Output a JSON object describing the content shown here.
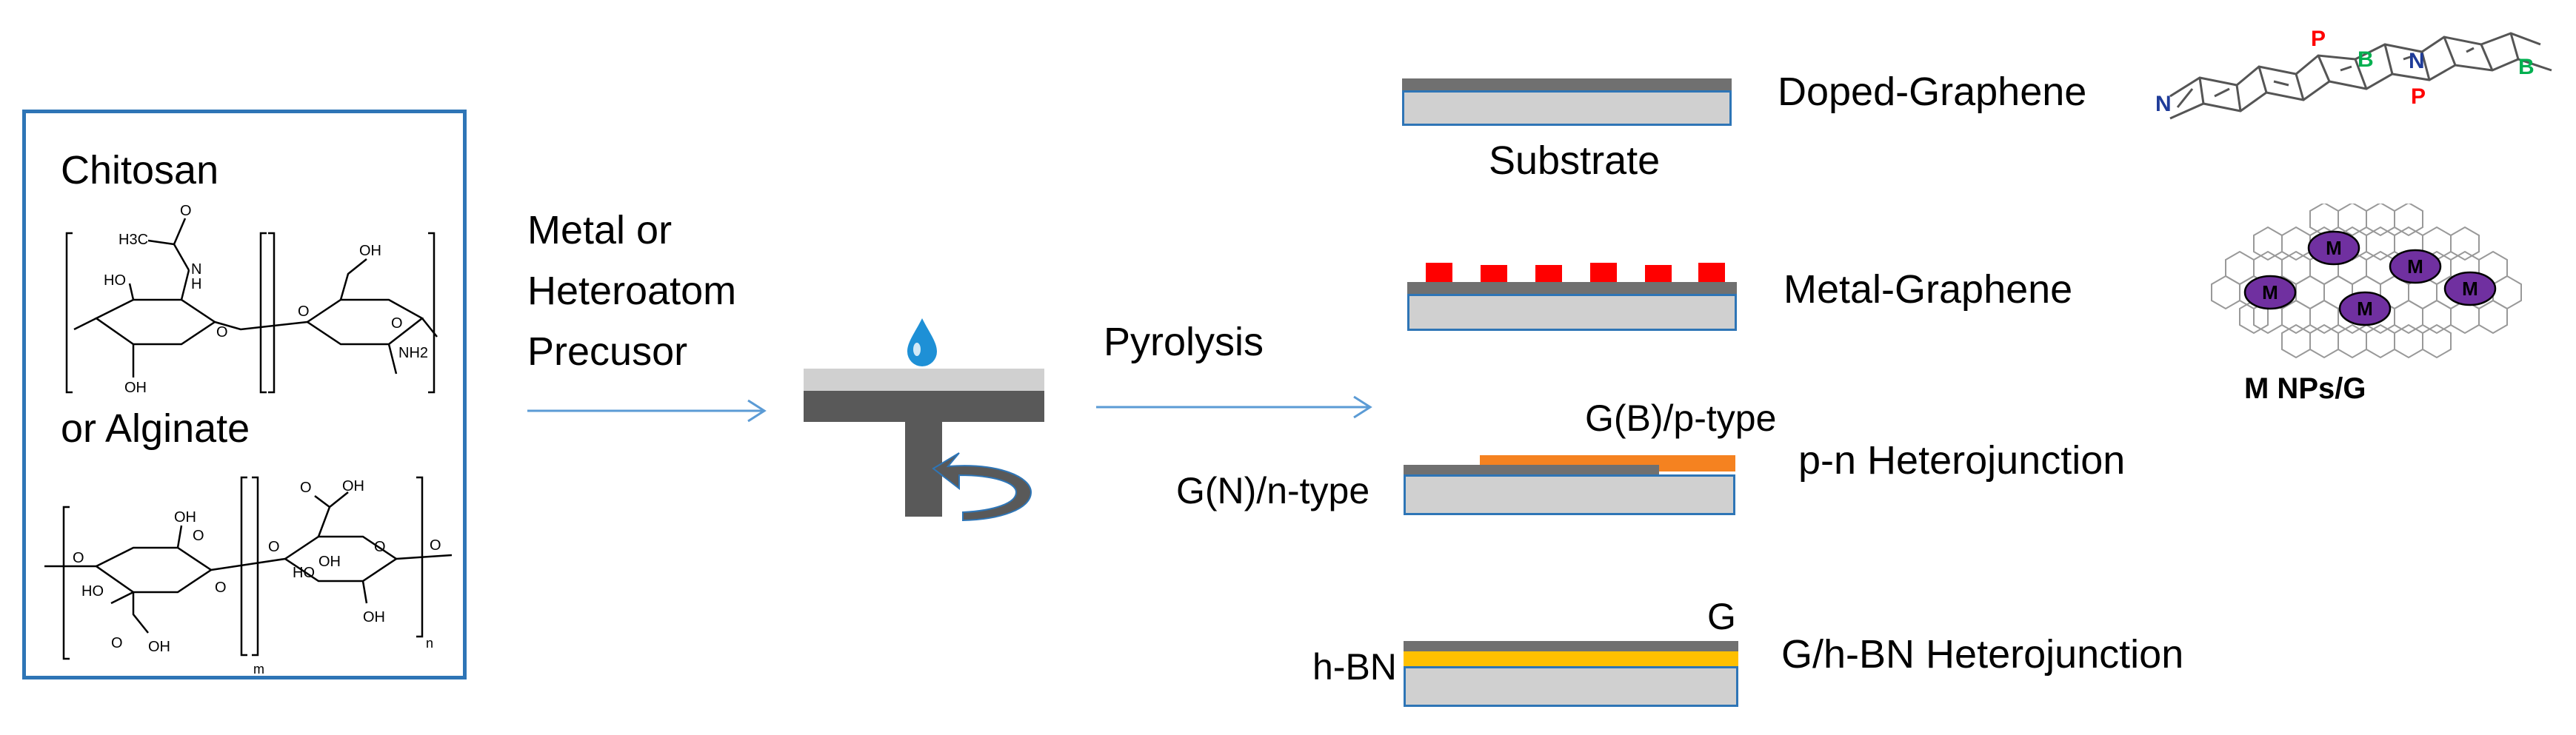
{
  "precursors": {
    "chitosan_label": "Chitosan",
    "alginate_label": "or Alginate",
    "chitosan_atoms": [
      "O",
      "N",
      "H",
      "H3C",
      "HO",
      "O",
      "OH",
      "OH",
      "O",
      "NH2",
      "O"
    ],
    "alginate_atoms": [
      "OH",
      "O",
      "O",
      "HO",
      "O",
      "OH",
      "O",
      "OH",
      "O",
      "OH",
      "O",
      "OH",
      "O",
      "HO",
      "O"
    ],
    "alginate_subscripts": [
      "m",
      "n"
    ]
  },
  "step1": {
    "label_line1": "Metal or",
    "label_line2": "Heteroatom",
    "label_line3": "Precusor"
  },
  "step2": {
    "label": "Pyrolysis"
  },
  "products": {
    "doped": {
      "title": "Doped-Graphene",
      "substrate_label": "Substrate",
      "atoms": [
        "P",
        "B",
        "N",
        "N",
        "B",
        "P"
      ]
    },
    "metal": {
      "title": "Metal-Graphene",
      "np_label": "M",
      "caption": "M NPs/G"
    },
    "pn": {
      "title": "p-n Heterojunction",
      "p_label": "G(B)/p-type",
      "n_label": "G(N)/n-type"
    },
    "hbn": {
      "title": "G/h-BN Heterojunction",
      "g_label": "G",
      "hbn_label": "h-BN"
    }
  },
  "colors": {
    "border_blue": "#2e75b6",
    "arrow_blue": "#5b9bd5",
    "metal_red": "#ff0000",
    "p_type_orange": "#f58220",
    "hbn_yellow": "#ffc000",
    "np_purple": "#7030a0",
    "boron_green": "#00b050",
    "phosphorus_red": "#ff0000",
    "nitrogen_blue": "#1f3c99"
  },
  "icons": [
    "droplet-icon",
    "spin-coater-icon",
    "rotate-arrow-icon"
  ]
}
